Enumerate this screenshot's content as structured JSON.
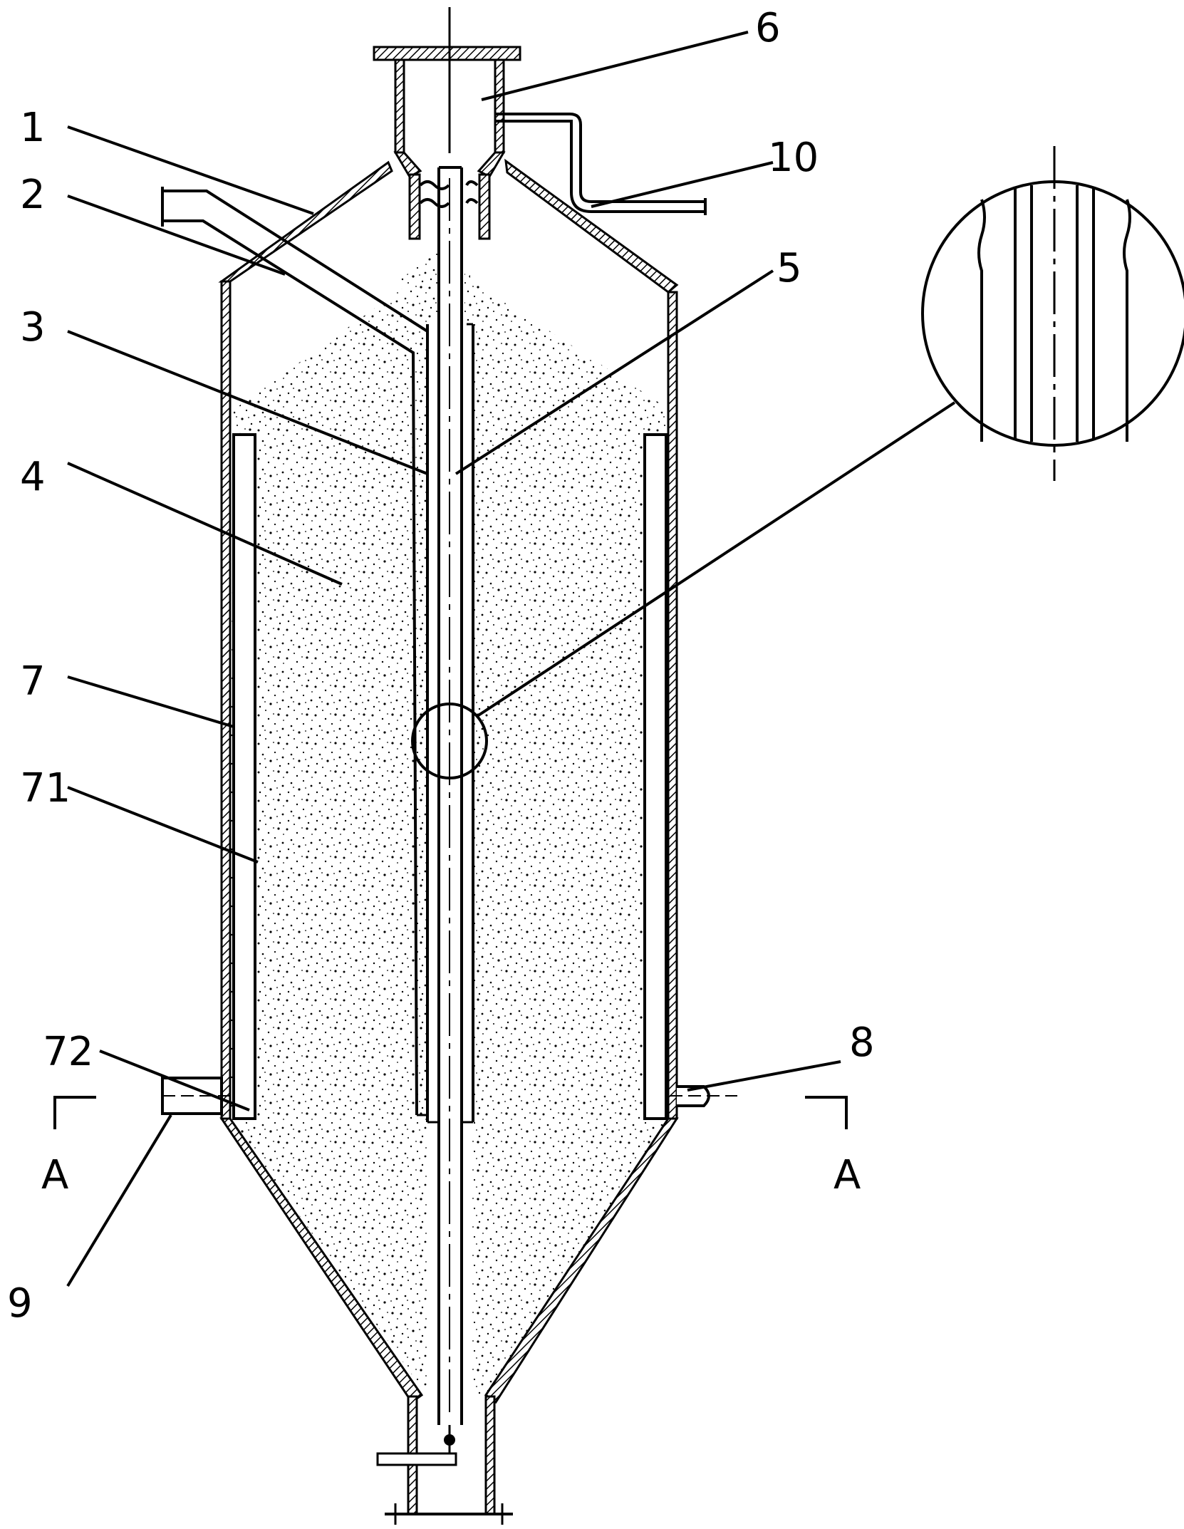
{
  "labels": {
    "l1": "1",
    "l2": "2",
    "l3": "3",
    "l4": "4",
    "l5": "5",
    "l6": "6",
    "l7": "7",
    "l71": "71",
    "l72": "72",
    "l8": "8",
    "l9": "9",
    "l10": "10",
    "sectionLeft": "A",
    "sectionRight": "A"
  },
  "colors": {
    "line": "#000000",
    "background": "#ffffff",
    "fill_speckle": "#000000"
  }
}
